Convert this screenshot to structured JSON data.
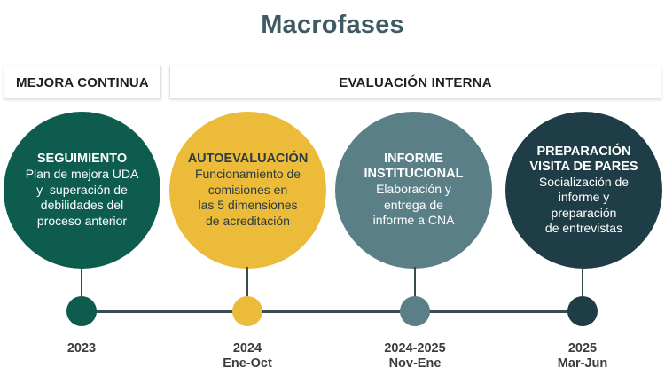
{
  "title": "Macrofases",
  "phases": {
    "mejora": "MEJORA CONTINUA",
    "evaluacion": "EVALUACIÓN INTERNA"
  },
  "stages": [
    {
      "heading": [
        "SEGUIMIENTO"
      ],
      "body": [
        "Plan de mejora UDA",
        "y  superación de",
        "debilidades del",
        "proceso anterior"
      ],
      "year": "2023",
      "period": "",
      "color": "#0d5c4e"
    },
    {
      "heading": [
        "AUTOEVALUACIÓN"
      ],
      "body": [
        "Funcionamiento de",
        "comisiones en",
        "las 5 dimensiones",
        "de acreditación"
      ],
      "year": "2024",
      "period": "Ene-Oct",
      "color": "#ecbb3a"
    },
    {
      "heading": [
        "INFORME",
        "INSTITUCIONAL"
      ],
      "body": [
        "Elaboración y",
        "entrega de",
        "informe a CNA"
      ],
      "year": "2024-2025",
      "period": "Nov-Ene",
      "color": "#5a7f86"
    },
    {
      "heading": [
        "PREPARACIÓN",
        "VISITA DE PARES"
      ],
      "body": [
        "Socialización de",
        "informe y",
        "preparación",
        "de entrevistas"
      ],
      "year": "2025",
      "period": "Mar-Jun",
      "color": "#1f3d46"
    }
  ]
}
